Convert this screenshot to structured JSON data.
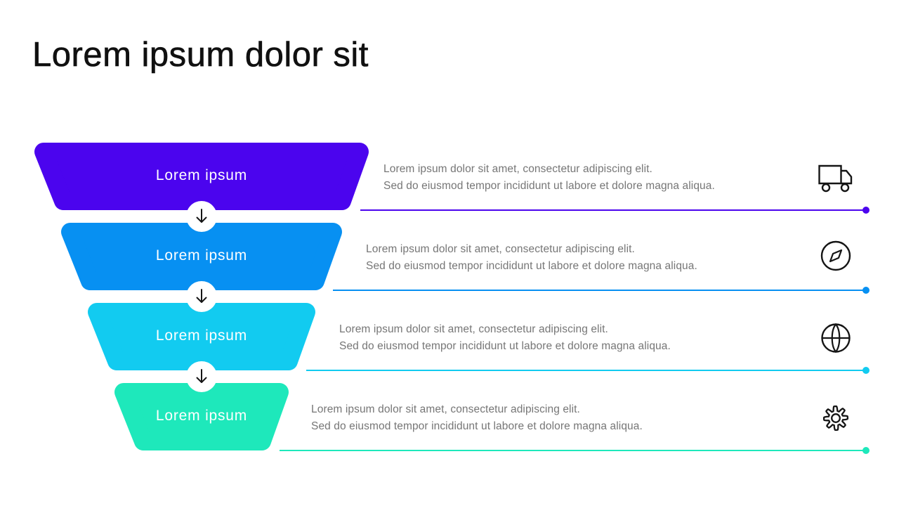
{
  "slide": {
    "title": "Lorem ipsum dolor sit"
  },
  "funnel": {
    "steps": [
      {
        "label": "Lorem ipsum",
        "color": "#4B04EE",
        "desc_line1": "Lorem ipsum dolor sit amet, consectetur adipiscing elit.",
        "desc_line2": "Sed do eiusmod tempor incididunt ut labore et dolore magna aliqua.",
        "icon": "truck-icon"
      },
      {
        "label": "Lorem ipsum",
        "color": "#0790F2",
        "desc_line1": "Lorem ipsum dolor sit amet, consectetur adipiscing elit.",
        "desc_line2": "Sed do eiusmod tempor incididunt ut labore et dolore magna aliqua.",
        "icon": "compass-icon"
      },
      {
        "label": "Lorem ipsum",
        "color": "#12CBF0",
        "desc_line1": "Lorem ipsum dolor sit amet, consectetur adipiscing elit.",
        "desc_line2": "Sed do eiusmod tempor incididunt ut labore et dolore magna aliqua.",
        "icon": "globe-icon"
      },
      {
        "label": "Lorem ipsum",
        "color": "#1EE8BB",
        "desc_line1": "Lorem ipsum dolor sit amet, consectetur adipiscing elit.",
        "desc_line2": "Sed do eiusmod tempor incididunt ut labore et dolore magna aliqua.",
        "icon": "gear-icon"
      }
    ]
  }
}
